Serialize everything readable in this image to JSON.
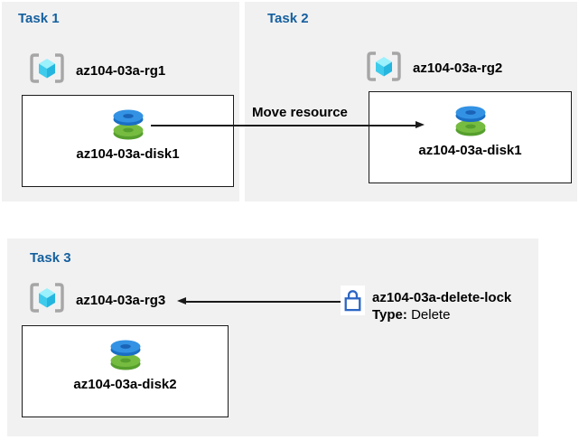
{
  "diagram": {
    "tasks": [
      {
        "title": "Task 1",
        "rg": "az104-03a-rg1",
        "disk": "az104-03a-disk1"
      },
      {
        "title": "Task 2",
        "rg": "az104-03a-rg2",
        "disk": "az104-03a-disk1"
      },
      {
        "title": "Task 3",
        "rg": "az104-03a-rg3",
        "disk": "az104-03a-disk2"
      }
    ],
    "move_arrow_label": "Move resource",
    "lock": {
      "name": "az104-03a-delete-lock",
      "type_label": "Type:",
      "type_value": " Delete"
    },
    "colors": {
      "panel_bg": "#f1f1f2",
      "title_blue": "#15609e",
      "label_black": "#000000",
      "arrow_black": "#1a1a1a",
      "disk_blue_top": "#3392e3",
      "disk_blue_side": "#1a6fc4",
      "disk_green_top": "#76bc40",
      "disk_green_side": "#569f2e",
      "cube_top": "#9bf1fc",
      "cube_left": "#3fcbeb",
      "cube_right": "#25b6df",
      "bracket_gray": "#a6a6a6",
      "lock_blue": "#2b66c4"
    }
  }
}
